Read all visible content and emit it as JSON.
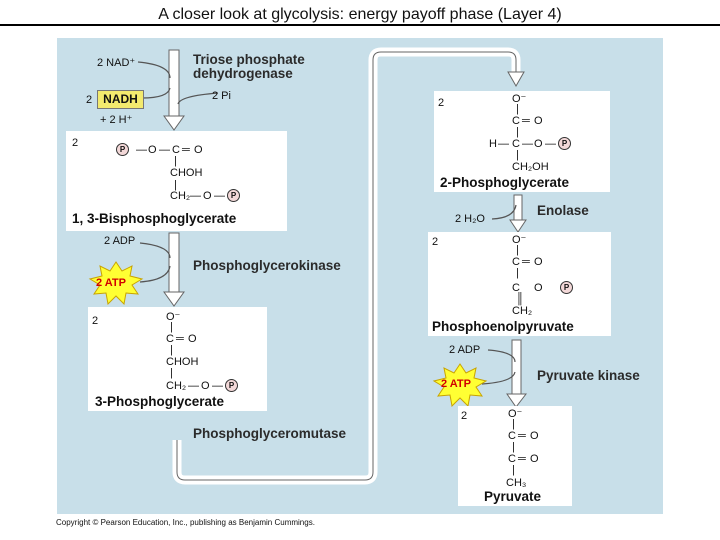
{
  "title": "A closer look at glycolysis: energy payoff phase (Layer 4)",
  "footer": "Copyright © Pearson Education, Inc., publishing as Benjamin Cummings.",
  "colors": {
    "panel": "#c8dfe9",
    "atp_burst": "#ffff33",
    "atp_text": "#d10000",
    "nadh_highlight": "#f3ea6e",
    "phosphate_circle": "#f3d8d8"
  },
  "step1": {
    "cofactor_in": "2 NAD⁺",
    "enzyme_line1": "Triose phosphate",
    "enzyme_line2": "dehydrogenase",
    "phosphate_in": "2 Pi",
    "nadh_count": "2",
    "nadh_label": "NADH",
    "proton_out": "+ 2 H⁺"
  },
  "bpg": {
    "coefficient": "2",
    "name": "1, 3-Bisphosphoglycerate",
    "c1": "C",
    "c1_o": "O",
    "c1_o_link": "O",
    "c2": "CHOH",
    "c3": "CH₂",
    "c3_o": "O"
  },
  "step2": {
    "adp_in": "2 ADP",
    "atp_out": "2 ATP",
    "enzyme": "Phosphoglycerokinase"
  },
  "pg3": {
    "coefficient": "2",
    "name": "3-Phosphoglycerate",
    "o_minus": "O⁻",
    "c1": "C",
    "c1_o": "O",
    "c2": "CHOH",
    "c3": "CH₂",
    "c3_o": "O"
  },
  "step3": {
    "enzyme": "Phosphoglyceromutase"
  },
  "pg2": {
    "coefficient": "2",
    "name": "2-Phosphoglycerate",
    "o_minus": "O⁻",
    "c1": "C",
    "c1_o": "O",
    "h": "H",
    "c2": "C",
    "c2_o": "O",
    "c3": "CH₂OH"
  },
  "step4": {
    "water_out": "2 H₂O",
    "enzyme": "Enolase"
  },
  "pep": {
    "coefficient": "2",
    "name": "Phosphoenolpyruvate",
    "o_minus": "O⁻",
    "c1": "C",
    "c1_o": "O",
    "c2": "C",
    "c2_o": "O",
    "c3": "CH₂"
  },
  "step5": {
    "adp_in": "2 ADP",
    "atp_out": "2 ATP",
    "enzyme": "Pyruvate kinase"
  },
  "pyruvate": {
    "coefficient": "2",
    "name": "Pyruvate",
    "o_minus": "O⁻",
    "c1": "C",
    "c1_o": "O",
    "c2": "C",
    "c2_o": "O",
    "c3": "CH₃"
  },
  "phosphate_symbol": "P"
}
